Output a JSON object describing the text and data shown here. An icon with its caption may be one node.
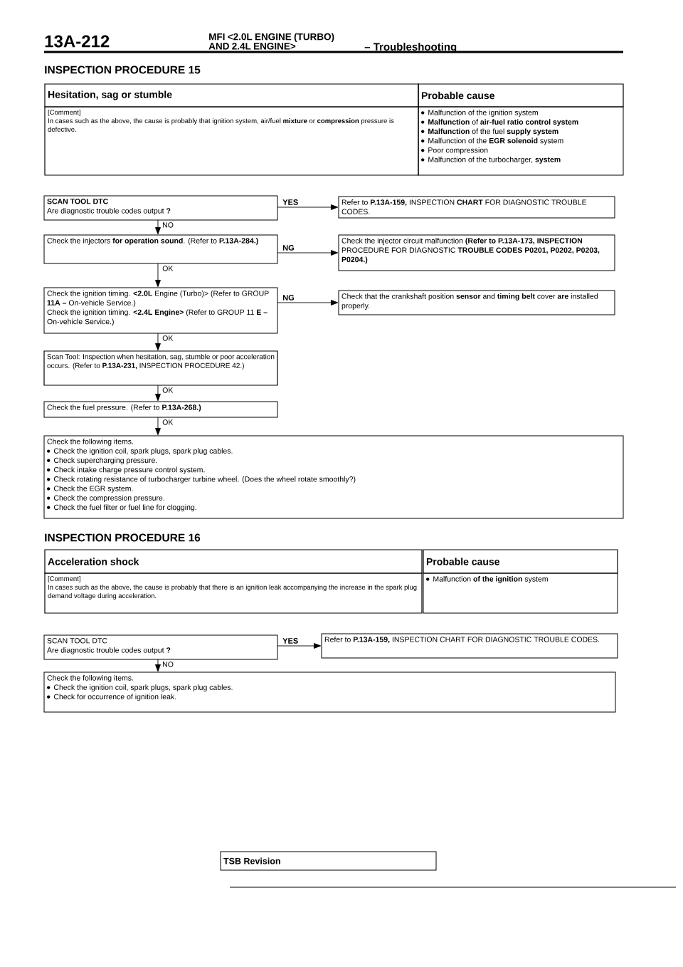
{
  "diagram": {
    "nodes": [
      {
        "text": [
          "Hesitation, sag or stumble"
        ]
      },
      {
        "text": [
          "Probable cause"
        ]
      },
      {
        "text": [
          "[Comment]",
          "In cases such as the above, the cause is probably that ignition system, air/fuel **mixture** or **compression** pressure is defective."
        ]
      },
      {
        "text": [
          "Malfunction of the ignition system",
          "**Malfunction** of **air-fuel ratio control system**",
          "**Malfunction** of the fuel **supply system**",
          "Malfunction of the **EGR solenoid** system",
          "Poor compression",
          "Malfunction of the turbocharger, **system**"
        ]
      },
      {
        "text": [
          "SCAN TOOL DTC",
          "Are diagnostic trouble codes output **?**"
        ]
      },
      {
        "text": [
          "Refer to **P.13A-159,** INSPECTION **CHART** FOR DIAGNOSTIC TROUBLE CODES."
        ]
      },
      {
        "text": [
          "Check the injectors **for operation sound**. (Refer to **P.13A-284.)**"
        ]
      },
      {
        "text": [
          "Check the injector circuit malfunction **(Refer to P.13A-173, INSPECTION** PROCEDURE FOR DIAGNOSTIC **TROUBLE CODES P0201, P0202, P0203, P0204.)**"
        ]
      },
      {
        "text": [
          "Check the ignition timing. **<2.0L** Engine (Turbo)> (Refer to GROUP **11A –** On-vehicle Service.)",
          "Check the ignition timing. **<2.4L Engine>** (Refer to GROUP 11 **E –** On-vehicle Service.)"
        ]
      },
      {
        "text": [
          "Check that the crankshaft position **sensor** and **timing belt** cover **are** installed properly."
        ]
      },
      {
        "text": [
          "Scan Tool: Inspection when hesitation, sag, stumble or poor acceleration occurs. (Refer to **P.13A-231,** INSPECTION PROCEDURE 42.)"
        ]
      },
      {
        "text": [
          "Check the fuel pressure. (Refer to **P.13A-268.)**"
        ]
      },
      {
        "text": [
          "Check the following items.",
          "Check the ignition coil, spark plugs, spark plug cables.",
          "Check supercharging pressure.",
          "Check intake charge pressure control system.",
          "Check rotating resistance of turbocharger turbine wheel. (Does the wheel rotate smoothly?)",
          "Check the EGR system.",
          "Check the compression pressure.",
          "Check the fuel filter or fuel line for clogging."
        ]
      },
      {
        "text": [
          "Acceleration shock"
        ]
      },
      {
        "text": [
          "Probable cause"
        ]
      },
      {
        "text": [
          "[Comment]",
          "In cases such as the above, the cause is probably that there is an ignition leak accompanying the increase in the spark plug demand voltage during acceleration."
        ]
      },
      {
        "text": [
          "Malfunction **of the ignition** system"
        ]
      },
      {
        "text": [
          "SCAN TOOL DTC",
          "Are diagnostic trouble codes output **?**"
        ]
      },
      {
        "text": [
          "Refer to **P.13A-159,** INSPECTION CHART FOR DIAGNOSTIC TROUBLE CODES."
        ]
      },
      {
        "text": [
          "Check the following items.",
          "Check the ignition coil, spark plugs, spark plug cables.",
          "Check for occurrence of ignition leak."
        ]
      },
      {
        "text": [
          "TSB Revision"
        ]
      }
    ],
    "edges": [
      {
        "from": 4,
        "to": 5,
        "arrow": "to",
        "label": "YES"
      },
      {
        "from": 4,
        "to": 6,
        "arrow": "to",
        "label": "NO"
      },
      {
        "from": 6,
        "to": 7,
        "arrow": "to",
        "label": "NG"
      },
      {
        "from": 6,
        "to": 8,
        "arrow": "to",
        "label": "OK"
      },
      {
        "from": 8,
        "to": 9,
        "arrow": "to",
        "label": "NG"
      },
      {
        "from": 8,
        "to": 10,
        "arrow": "to",
        "label": "OK"
      },
      {
        "from": 10,
        "to": 11,
        "arrow": "to",
        "label": "OK"
      },
      {
        "from": 11,
        "to": 12,
        "arrow": "to",
        "label": "OK"
      },
      {
        "from": 17,
        "to": 18,
        "arrow": "to",
        "label": "YES"
      },
      {
        "from": 17,
        "to": 19,
        "arrow": "to",
        "label": "NO"
      }
    ],
    "labels": [
      "13A-212",
      "MFI <2.0L ENGINE (TURBO) AND 2.4L ENGINE>",
      "– Troubleshooting",
      "INSPECTION PROCEDURE 15",
      "INSPECTION PROCEDURE 16"
    ]
  }
}
